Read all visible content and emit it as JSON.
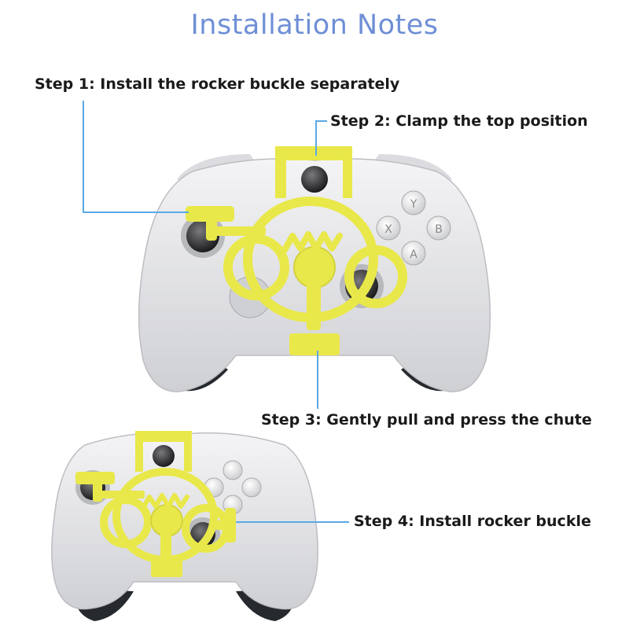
{
  "title": "Installation Notes",
  "steps": [
    {
      "label": "Step 1: Install the rocker buckle separately"
    },
    {
      "label": "Step 2: Clamp the top position"
    },
    {
      "label": "Step 3: Gently pull and press the chute"
    },
    {
      "label": "Step 4: Install rocker buckle"
    }
  ],
  "colors": {
    "title": "#6f8fd6",
    "leader_line": "#5aa9e6",
    "accessory_yellow": "#e9e84a",
    "controller_body": "#e6e6e8"
  },
  "face_buttons": [
    "Y",
    "X",
    "B",
    "A"
  ]
}
